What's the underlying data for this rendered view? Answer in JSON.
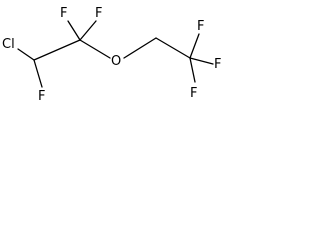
{
  "molecule": {
    "atoms": {
      "cl": "Cl",
      "f_lower": "F",
      "f_top_left": "F",
      "f_top_right": "F",
      "o": "O",
      "f_cf3_top": "F",
      "f_cf3_right": "F",
      "f_cf3_bottom": "F"
    }
  }
}
